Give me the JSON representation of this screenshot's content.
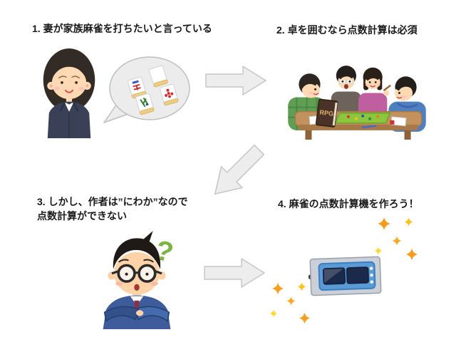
{
  "title": "mahjong-score-calculator-motivation-diagram",
  "background": "#ffffff",
  "steps": [
    {
      "id": 1,
      "lines": [
        "1. 妻が家族麻雀を打ちたいと言っている"
      ],
      "illustration": "woman-with-speech-bubble-of-mahjong-tiles"
    },
    {
      "id": 2,
      "lines": [
        "2. 卓を囲むなら点数計算は必須"
      ],
      "illustration": "four-people-playing-tabletop-game"
    },
    {
      "id": 3,
      "lines": [
        "3. しかし、作者は”にわか”なので",
        "点数計算ができない"
      ],
      "illustration": "confused-man-with-question-mark"
    },
    {
      "id": 4,
      "lines": [
        "4. 麻雀の点数計算機を作ろう！"
      ],
      "illustration": "blue-score-calculator-device-with-sparkles"
    }
  ],
  "scene2": {
    "book_label": "RPG"
  },
  "scene3": {
    "question_mark": "?"
  },
  "icons": {
    "arrow_right": "block-arrow-right",
    "arrow_down_left": "block-arrow-down-left",
    "sparkle": "four-point-star"
  },
  "colors": {
    "arrow_fill": "#ededed",
    "arrow_border": "#c6c6c6",
    "bubble_gray": "#ececec",
    "sparkle_orange": "#f59b1e",
    "sparkle_gold": "#fcc21b",
    "device_frame": "#cbd0d8",
    "device_blue": "#5b9bd5",
    "screen_navy": "#1b2a4a",
    "question_green": "#7cb342",
    "woman_suit_navy": "#3a4157",
    "man_suit_blue": "#3e5c9c",
    "tie_red": "#8e2f44",
    "table_wood": "#bd8d5c",
    "board_green": "#8cc63f"
  }
}
